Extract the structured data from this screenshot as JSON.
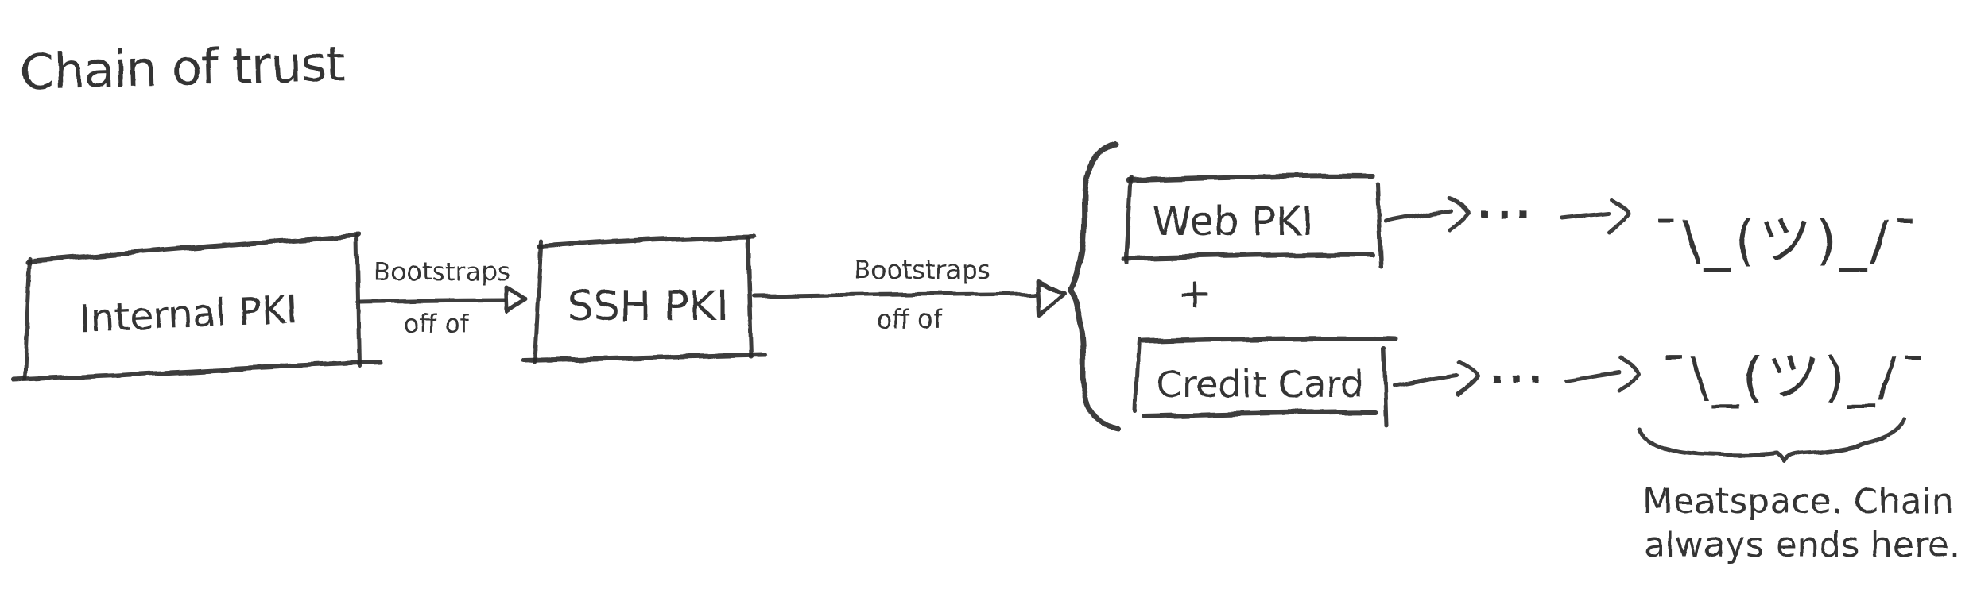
{
  "canvas": {
    "background": "#ffffff",
    "ink_color": "#2a2a2a",
    "style": "hand-drawn pencil sketch"
  },
  "title": "Chain of trust",
  "nodes": {
    "internal_pki": {
      "label": "Internal PKI"
    },
    "ssh_pki": {
      "label": "SSH PKI"
    },
    "web_pki": {
      "label": "Web PKI"
    },
    "credit_card": {
      "label": "Credit Card"
    }
  },
  "edges": {
    "internal_to_ssh": {
      "label_top": "Bootstraps",
      "label_bottom": "off of"
    },
    "ssh_to_group": {
      "label_top": "Bootstraps",
      "label_bottom": "off of"
    }
  },
  "group": {
    "plus": "+"
  },
  "chain": {
    "dots": "···",
    "shrug": "¯\\_(ツ)_/¯"
  },
  "annotation": {
    "line1": "Meatspace. Chain",
    "line2": "always ends here."
  }
}
